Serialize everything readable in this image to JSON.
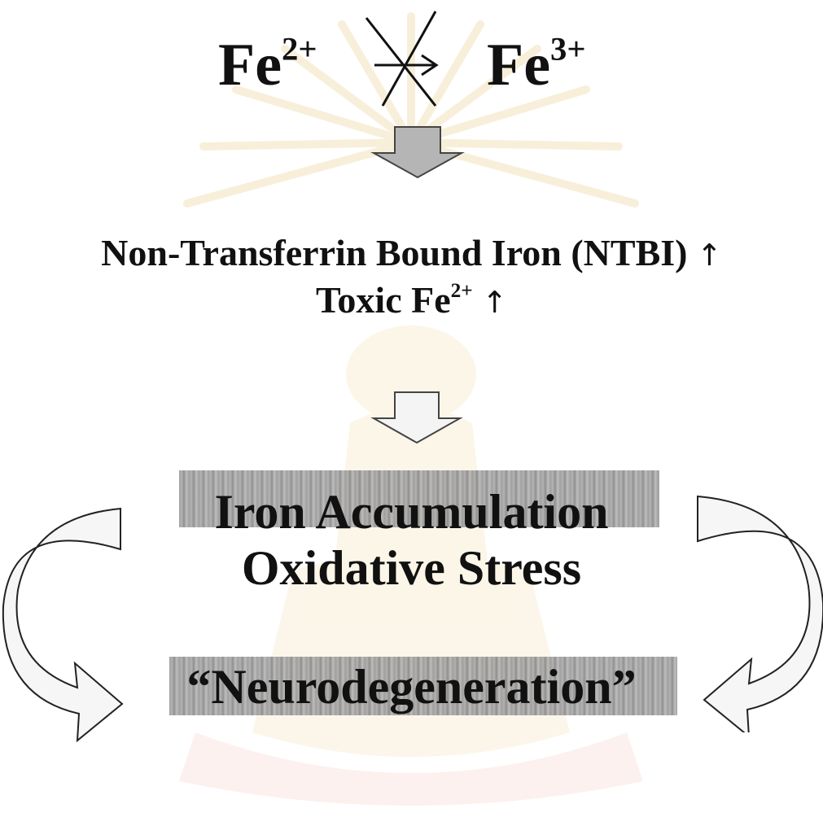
{
  "reaction": {
    "left_symbol": "Fe",
    "left_charge": "2+",
    "right_symbol": "Fe",
    "right_charge": "3+"
  },
  "steps": {
    "ntbi": "Non-Transferrin Bound Iron (NTBI)",
    "ntbi_arrow": "↑",
    "toxic_prefix": "Toxic Fe",
    "toxic_charge": "2+",
    "toxic_arrow": "↑",
    "iron_accumulation": "Iron Accumulation",
    "oxidative_stress": "Oxidative Stress",
    "neurodegeneration": "“Neurodegeneration”"
  },
  "colors": {
    "arrow_fill": "#b5b5b5",
    "band": "#9a9a9a",
    "text": "#111111",
    "watermark": "#f3e6c0"
  },
  "icons": {
    "blocked_reaction": "crossed-arrow-icon",
    "down_arrow": "block-down-arrow-icon",
    "loop_arrow": "curved-arrow-icon",
    "watermark": "university-emblem-watermark"
  }
}
